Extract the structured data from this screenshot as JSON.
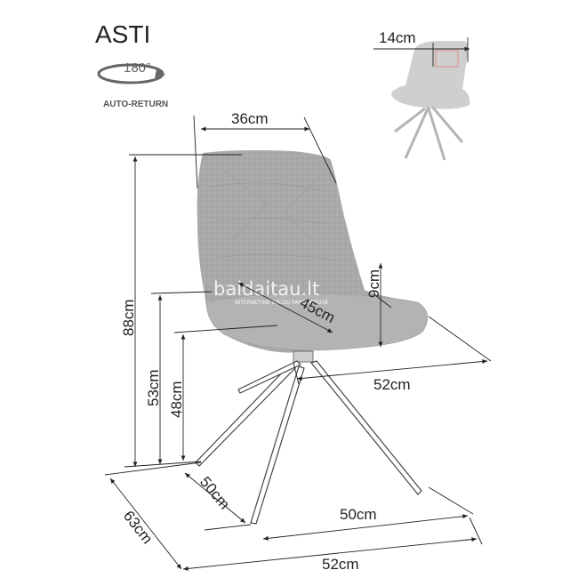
{
  "product": {
    "name": "ASTI",
    "rotation_angle": "180°",
    "rotation_mode": "AUTO-RETURN"
  },
  "watermark": {
    "text": "baldaitau.lt",
    "subtext": "INTERNETINĖ BALDŲ PARDUOTUVĖ"
  },
  "dimensions": {
    "back_width": "36cm",
    "height_total": "88cm",
    "armrest_height": "53cm",
    "seat_height": "48cm",
    "seat_depth": "45cm",
    "back_cushion": "9cm",
    "seat_width": "52cm",
    "handle_width": "14cm",
    "base_depth": "50cm",
    "base_width": "50cm",
    "overall_depth": "63cm",
    "overall_width": "52cm"
  },
  "colors": {
    "fabric": "#a9a9a9",
    "fabric_light": "#bdbdbd",
    "leg": "#ffffff",
    "line": "#222222",
    "handle_accent": "#c0392b"
  }
}
